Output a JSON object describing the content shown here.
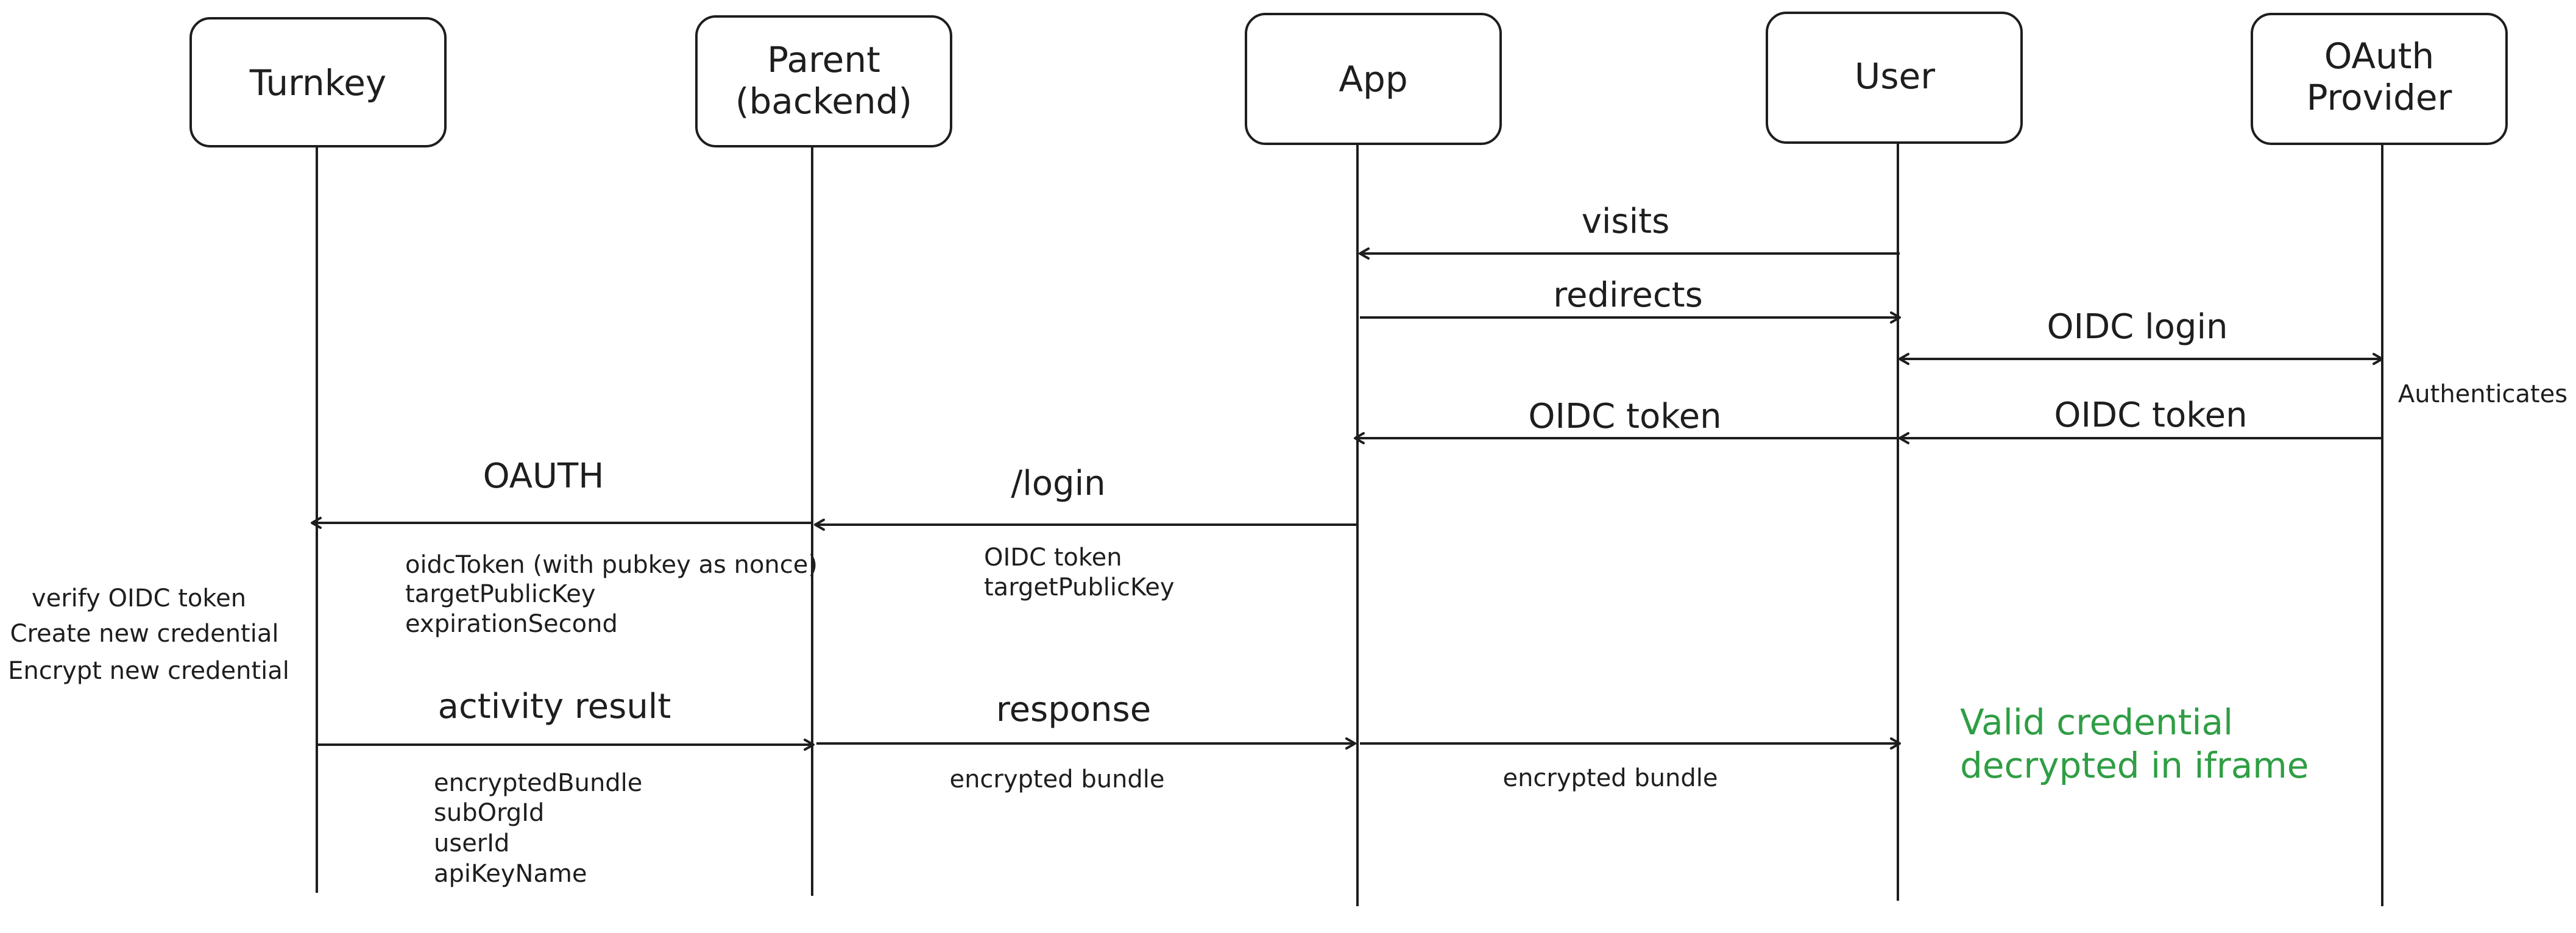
{
  "diagram_data": {
    "participants": [
      {
        "id": "turnkey",
        "lines": [
          "Turnkey"
        ]
      },
      {
        "id": "parent",
        "lines": [
          "Parent",
          "(backend)"
        ]
      },
      {
        "id": "app",
        "lines": [
          "App"
        ]
      },
      {
        "id": "user",
        "lines": [
          "User"
        ]
      },
      {
        "id": "oauth",
        "lines": [
          "OAuth",
          "Provider"
        ]
      }
    ],
    "messages": [
      {
        "id": "visits",
        "from": "user",
        "to": "app",
        "label": "visits",
        "bidirectional": false
      },
      {
        "id": "redirects",
        "from": "app",
        "to": "user",
        "label": "redirects",
        "bidirectional": false
      },
      {
        "id": "oidc-login",
        "from": "user",
        "to": "oauth",
        "label": "OIDC login",
        "bidirectional": true
      },
      {
        "id": "oidc-token-oauth",
        "from": "oauth",
        "to": "user",
        "label": "OIDC token",
        "bidirectional": false
      },
      {
        "id": "oidc-token-user",
        "from": "user",
        "to": "app",
        "label": "OIDC token",
        "bidirectional": false
      },
      {
        "id": "login",
        "from": "app",
        "to": "parent",
        "label": "/login",
        "bidirectional": false
      },
      {
        "id": "oauth-call",
        "from": "parent",
        "to": "turnkey",
        "label": "OAUTH",
        "bidirectional": false
      },
      {
        "id": "activity-result",
        "from": "turnkey",
        "to": "parent",
        "label": "activity result",
        "bidirectional": false
      },
      {
        "id": "response",
        "from": "parent",
        "to": "app",
        "label": "response",
        "bidirectional": false
      },
      {
        "id": "bundle-forward",
        "from": "app",
        "to": "user",
        "label": "",
        "bidirectional": false
      }
    ],
    "params": {
      "oauth_call": [
        "oidcToken (with pubkey as nonce)",
        "targetPublicKey",
        "expirationSecond"
      ],
      "login": [
        "OIDC token",
        "targetPublicKey"
      ],
      "activity_result": [
        "encryptedBundle",
        "subOrgId",
        "userId",
        "apiKeyName"
      ],
      "response": [
        "encrypted bundle"
      ],
      "bundle_forward": [
        "encrypted bundle"
      ]
    },
    "notes": {
      "turnkey": [
        "verify OIDC token",
        "Create new credential",
        "Encrypt new credential"
      ],
      "oauth": [
        "Authenticates"
      ],
      "result": [
        "Valid credential",
        "decrypted in iframe"
      ]
    },
    "colors": {
      "stroke": "#1e1e1e",
      "text": "#1e1e1e",
      "result_note": "#2f9e44",
      "background": "#ffffff"
    }
  }
}
